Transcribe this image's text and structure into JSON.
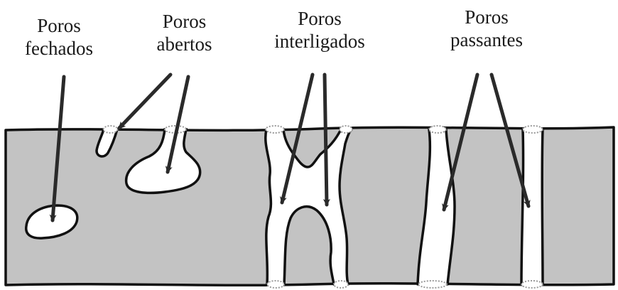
{
  "labels": {
    "closed": {
      "line1": "Poros",
      "line2": "fechados"
    },
    "open": {
      "line1": "Poros",
      "line2": "abertos"
    },
    "interconnected": {
      "line1": "Poros",
      "line2": "interligados"
    },
    "through": {
      "line1": "Poros",
      "line2": "passantes"
    }
  },
  "colors": {
    "material": "#c3c3c3",
    "pore": "#ffffff",
    "outline": "#111111",
    "arrow": "#2a2a2a",
    "opening_dots": "#9a9a9a"
  }
}
